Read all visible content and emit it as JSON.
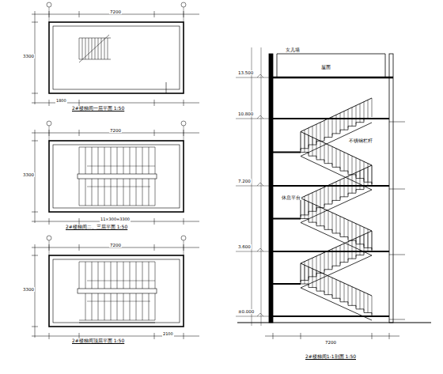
{
  "diagram": {
    "labels": [
      "2#楼梯间一层平面 1:50",
      "2#楼梯间二、三层平面 1:50",
      "2#楼梯间顶层平面 1:50",
      "2#楼梯间1-1剖面 1:50",
      "7200",
      "7200",
      "7200",
      "3300",
      "3300",
      "3300",
      "1800",
      "11×300=3300",
      "2100",
      "±0.000",
      "3.600",
      "7.200",
      "10.800",
      "13.500",
      "7200",
      "女儿墙",
      "屋面",
      "不锈钢栏杆",
      "休息平台"
    ]
  }
}
